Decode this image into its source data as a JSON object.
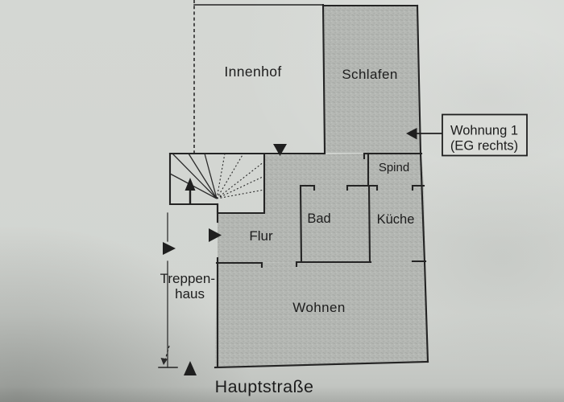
{
  "plan_title_note": "Wohnung 1 (EG rechts)",
  "labels": {
    "innenhof": "Innenhof",
    "schlafen": "Schlafen",
    "spind": "Spind",
    "bad": "Bad",
    "kueche": "Küche",
    "flur": "Flur",
    "treppenhaus_line1": "Treppen-",
    "treppenhaus_line2": "haus",
    "wohnen": "Wohnen",
    "street": "Hauptstraße"
  },
  "callout": {
    "line1": "Wohnung 1",
    "line2": "(EG rechts)"
  },
  "icons": {
    "entrance_marker_top": "triangle-down",
    "apartment_door_marker": "triangle-right",
    "stairwell_door_marker": "triangle-right",
    "street_entrance_marker": "triangle-up",
    "stair_direction_marker": "arrow-up",
    "callout_pointer": "arrow-left",
    "dimension_pointer": "dashed-arrow-down"
  },
  "colors": {
    "paper": "#d2d5d1",
    "paper_light": "#dadcd8",
    "room_shading": "#b4b7b3",
    "wall_line": "#242424",
    "text": "#1d1d1d"
  }
}
